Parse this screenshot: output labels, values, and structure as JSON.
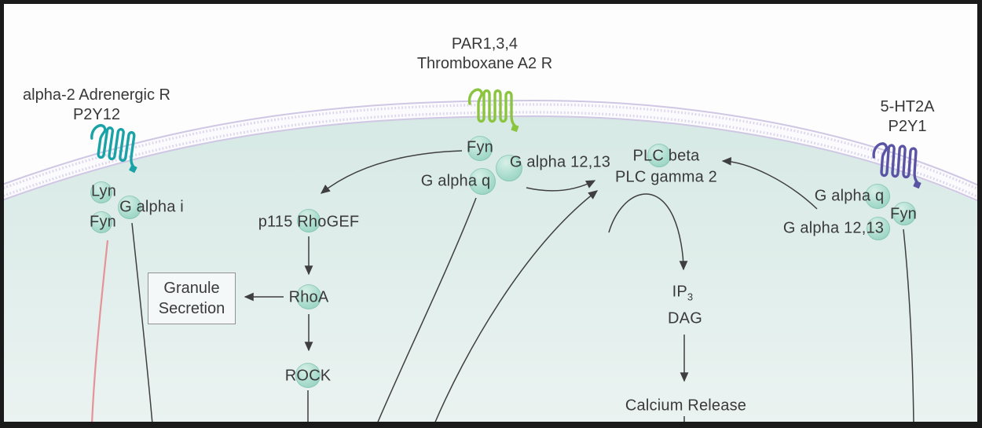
{
  "title": "Platelet GPCR signaling pathway diagram",
  "colors": {
    "cell_top": "#d6e9e5",
    "cell_bottom": "#ebf3f1",
    "membrane_band": "#fbfbfd",
    "membrane_edge": "#cfc7e3",
    "membrane_dots": "#ddd6ec",
    "node_fill": "#a9dccd",
    "node_highlight": "#d8f0e7",
    "line": "#3f3f3f",
    "red_line": "#e59398",
    "receptor_teal": "#19a3a6",
    "receptor_green": "#8bc53f",
    "receptor_purple": "#5a54a4"
  },
  "receptor_groups": [
    {
      "line1": "alpha-2 Adrenergic R",
      "line2": "P2Y12"
    },
    {
      "line1": "PAR1,3,4",
      "line2": "Thromboxane A2 R"
    },
    {
      "line1": "5-HT2A",
      "line2": "P2Y1"
    }
  ],
  "nodes": {
    "lyn_left": "Lyn",
    "fyn_left": "Fyn",
    "g_alpha_i": "G alpha i",
    "p115_rhogef": "p115 RhoGEF",
    "rhoa": "RhoA",
    "rock": "ROCK",
    "fyn_center": "Fyn",
    "g_alpha_1213_center": "G alpha 12,13",
    "g_alpha_q_center": "G alpha q",
    "plc_beta": "PLC beta",
    "plc_gamma_2": "PLC gamma 2",
    "ip3_main": "IP",
    "ip3_sub": "3",
    "dag": "DAG",
    "calcium_release": "Calcium Release",
    "g_alpha_q_right": "G alpha q",
    "fyn_right": "Fyn",
    "g_alpha_1213_right": "G alpha 12,13"
  },
  "process_box": {
    "line1": "Granule",
    "line2": "Secretion"
  }
}
